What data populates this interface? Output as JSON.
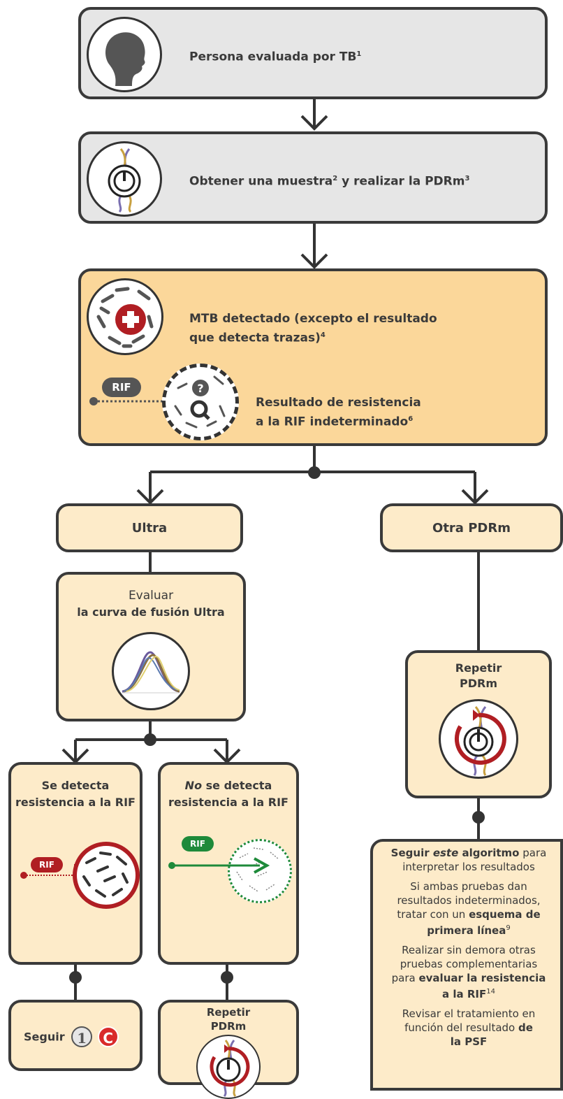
{
  "step1": {
    "text": "Persona evaluada por TB",
    "sup": "1"
  },
  "step2": {
    "text_a": "Obtener una muestra",
    "sup_a": "2",
    "text_b": " y realizar la PDRm",
    "sup_b": "3"
  },
  "step3": {
    "line1": "MTB detectado (excepto el resultado",
    "line2": "que detecta trazas)",
    "sup2": "4",
    "rif_badge": "RIF",
    "res_line1": "Resultado de resistencia",
    "res_line2": "a la RIF indeterminado",
    "res_sup": "6"
  },
  "ultra": {
    "label": "Ultra"
  },
  "otra": {
    "label": "Otra PDRm"
  },
  "evaluar": {
    "line1": "Evaluar",
    "line2": "la curva de fusión Ultra"
  },
  "se_detecta": {
    "line1": "Se detecta",
    "line2": "resistencia a la RIF",
    "rif_badge": "RIF"
  },
  "no_detecta": {
    "no": "No",
    "line1": " se detecta",
    "line2": "resistencia a la RIF",
    "rif_badge": "RIF"
  },
  "seguir": {
    "label": "Seguir",
    "badge1": "1",
    "badge2": "C"
  },
  "repetir_left": {
    "line1": "Repetir",
    "line2": "PDRm"
  },
  "repetir_right": {
    "line1": "Repetir",
    "line2": "PDRm"
  },
  "final": {
    "p1_a": "Seguir ",
    "p1_b": "este",
    "p1_c": " algoritmo",
    "p1_d": " para",
    "p1_e": "interpretar los resultados",
    "p2_a": "Si ambas pruebas dan",
    "p2_b": "resultados indeterminados,",
    "p2_c": "tratar con un ",
    "p2_d": "esquema de",
    "p2_e": "primera línea",
    "p2_sup": "9",
    "p3_a": "Realizar sin demora otras",
    "p3_b": "pruebas complementarias",
    "p3_c": "para ",
    "p3_d": "evaluar la resistencia",
    "p3_e": "a la RIF",
    "p3_sup": "14",
    "p4_a": "Revisar el tratamiento en",
    "p4_b": "función del resultado ",
    "p4_c": "de",
    "p4_d": "la PSF"
  },
  "colors": {
    "grey_box": "#e6e6e6",
    "peach_box": "#fbd79a",
    "cream_box": "#fdebc9",
    "red": "#b01e23",
    "green": "#1e8a3a",
    "outline": "#3a3a3a"
  }
}
